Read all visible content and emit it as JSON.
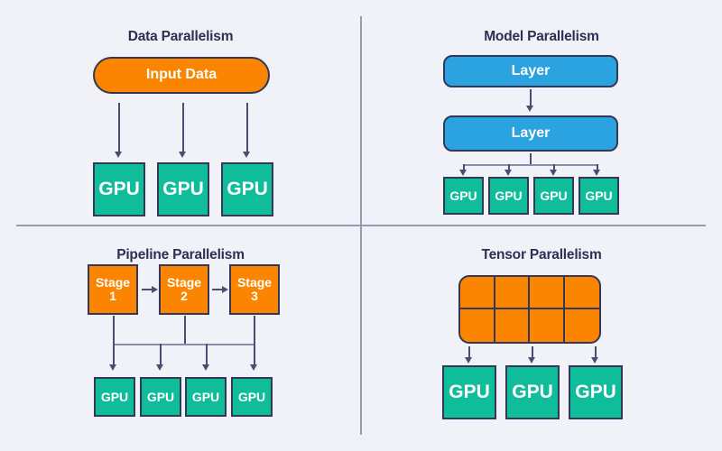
{
  "theme": {
    "background": "#f1f2f7",
    "title_color": "#2e2f52",
    "orange": "#fb8500",
    "blue": "#2ba3e0",
    "teal": "#0fbd9b",
    "border": "#343757",
    "divider": "#9a9ab8",
    "connector": "#4b4e72"
  },
  "quadrants": {
    "data_parallelism": {
      "title": "Data Parallelism",
      "input": {
        "label": "Input Data"
      },
      "gpus": [
        {
          "label": "GPU"
        },
        {
          "label": "GPU"
        },
        {
          "label": "GPU"
        }
      ]
    },
    "model_parallelism": {
      "title": "Model Parallelism",
      "layers": [
        {
          "label": "Layer"
        },
        {
          "label": "Layer"
        }
      ],
      "gpus": [
        {
          "label": "GPU"
        },
        {
          "label": "GPU"
        },
        {
          "label": "GPU"
        },
        {
          "label": "GPU"
        }
      ]
    },
    "pipeline_parallelism": {
      "title": "Pipeline Parallelism",
      "stages": [
        {
          "name": "Stage",
          "index": "1"
        },
        {
          "name": "Stage",
          "index": "2"
        },
        {
          "name": "Stage",
          "index": "3"
        }
      ],
      "gpus": [
        {
          "label": "GPU"
        },
        {
          "label": "GPU"
        },
        {
          "label": "GPU"
        },
        {
          "label": "GPU"
        }
      ]
    },
    "tensor_parallelism": {
      "title": "Tensor Parallelism",
      "tensor_grid": {
        "columns": 4,
        "rows": 2,
        "cells": 8
      },
      "gpus": [
        {
          "label": "GPU"
        },
        {
          "label": "GPU"
        },
        {
          "label": "GPU"
        }
      ]
    }
  }
}
